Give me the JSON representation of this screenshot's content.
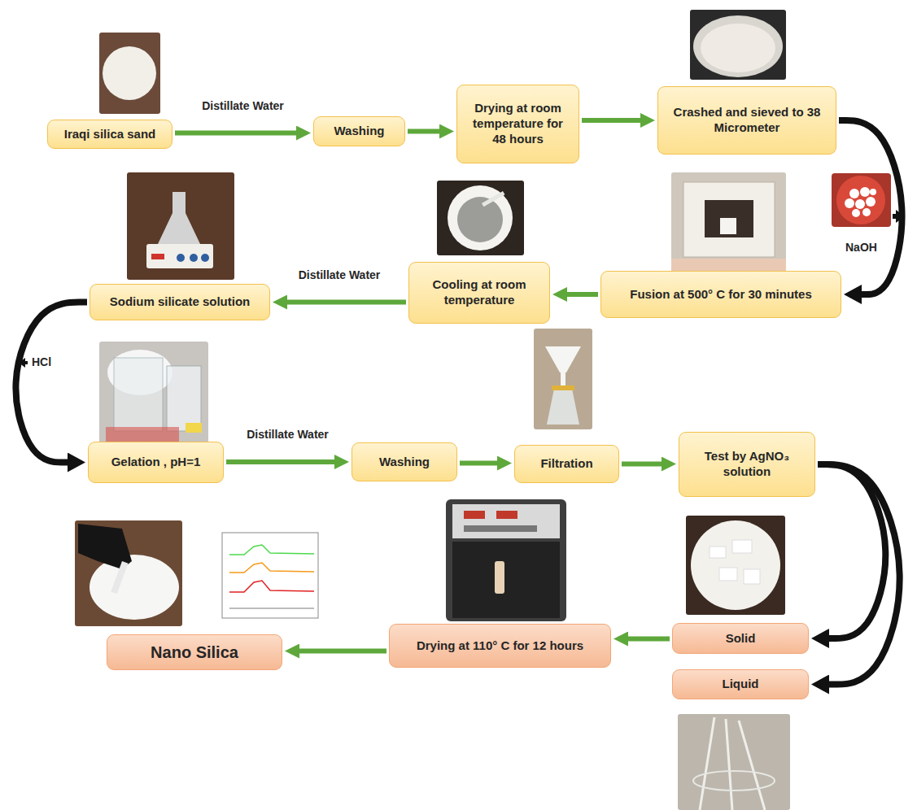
{
  "diagram": {
    "nodes": [
      {
        "text": [
          "Iraqi silica sand"
        ]
      },
      {
        "text": [
          "Washing"
        ]
      },
      {
        "text": [
          "Drying at room temperature for 48 hours"
        ]
      },
      {
        "text": [
          "Crashed and sieved to 38 Micrometer"
        ]
      },
      {
        "text": [
          "Fusion at 500° C for 30 minutes"
        ]
      },
      {
        "text": [
          "Cooling at room temperature"
        ]
      },
      {
        "text": [
          "Sodium silicate solution"
        ]
      },
      {
        "text": [
          "Gelation , pH=1"
        ]
      },
      {
        "text": [
          "Washing"
        ]
      },
      {
        "text": [
          "Filtration"
        ]
      },
      {
        "text": [
          "Test by AgNO₃ solution"
        ]
      },
      {
        "text": [
          "Solid"
        ]
      },
      {
        "text": [
          "Liquid"
        ]
      },
      {
        "text": [
          "Drying at 110° C for 12 hours"
        ]
      },
      {
        "text": [
          "Nano Silica"
        ]
      }
    ],
    "edges": [
      {
        "from": 0,
        "to": 1,
        "arrow": "to",
        "label": "Distillate Water"
      },
      {
        "from": 1,
        "to": 2,
        "arrow": "to"
      },
      {
        "from": 2,
        "to": 3,
        "arrow": "to"
      },
      {
        "from": 3,
        "to": 4,
        "arrow": "to"
      },
      {
        "from": 4,
        "to": 5,
        "arrow": "to"
      },
      {
        "from": 5,
        "to": 6,
        "arrow": "to",
        "label": "Distillate Water"
      },
      {
        "from": 6,
        "to": 7,
        "arrow": "to"
      },
      {
        "from": 7,
        "to": 8,
        "arrow": "to",
        "label": "Distillate Water"
      },
      {
        "from": 8,
        "to": 9,
        "arrow": "to"
      },
      {
        "from": 9,
        "to": 10,
        "arrow": "to"
      },
      {
        "from": 10,
        "to": 11,
        "arrow": "to"
      },
      {
        "from": 10,
        "to": 12,
        "arrow": "to"
      },
      {
        "from": 11,
        "to": 13,
        "arrow": "to"
      },
      {
        "from": 13,
        "to": 14,
        "arrow": "to"
      }
    ],
    "labels": [
      "NaOH",
      "HCl"
    ]
  }
}
